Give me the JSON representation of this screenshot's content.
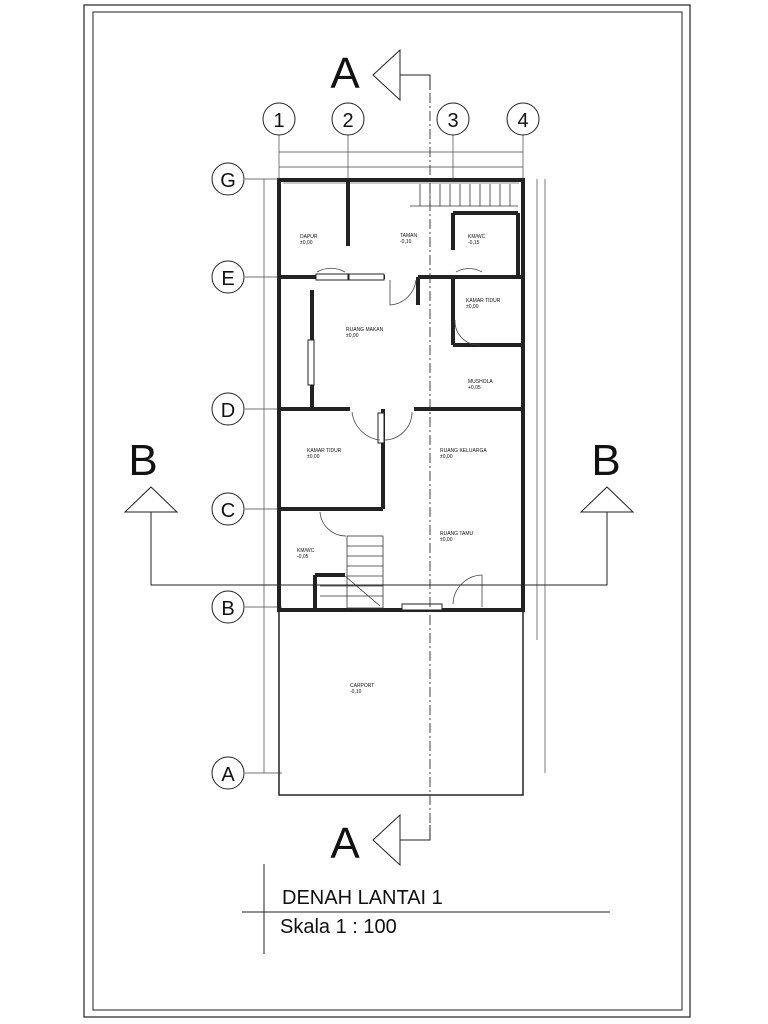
{
  "section_markers": {
    "a": "A",
    "b": "B"
  },
  "grid_cols": [
    "1",
    "2",
    "3",
    "4"
  ],
  "grid_rows": [
    "G",
    "E",
    "D",
    "C",
    "B",
    "A"
  ],
  "rooms": [
    {
      "name": "DAPUR",
      "level": "±0,00"
    },
    {
      "name": "TAMAN",
      "level": "-0,10"
    },
    {
      "name": "KM/WC",
      "level": "-0,15"
    },
    {
      "name": "KAMAR TIDUR",
      "level": "±0,00"
    },
    {
      "name": "RUANG MAKAN",
      "level": "±0,00"
    },
    {
      "name": "MUSHOLA",
      "level": "+0,05"
    },
    {
      "name": "KAMAR TIDUR",
      "level": "±0,00"
    },
    {
      "name": "RUANG KELUARGA",
      "level": "±0,00"
    },
    {
      "name": "RUANG TAMU",
      "level": "±0,00"
    },
    {
      "name": "KM/WC",
      "level": "-0,05"
    },
    {
      "name": "CARPORT",
      "level": "-0,10"
    }
  ],
  "title": {
    "main": "DENAH LANTAI 1",
    "scale": "Skala 1 : 100"
  }
}
